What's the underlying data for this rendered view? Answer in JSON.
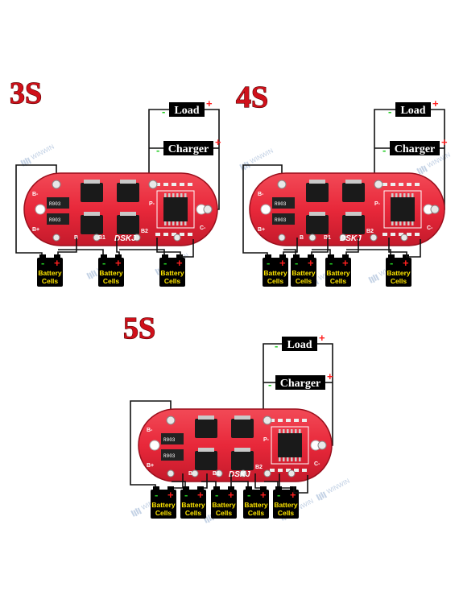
{
  "diagrams": [
    {
      "title": "3S",
      "load_label": "Load",
      "charger_label": "Charger",
      "cells": [
        {
          "label1": "Battery",
          "label2": "Cells"
        },
        {
          "label1": "Battery",
          "label2": "Cells"
        },
        {
          "label1": "Battery",
          "label2": "Cells"
        }
      ]
    },
    {
      "title": "4S",
      "load_label": "Load",
      "charger_label": "Charger",
      "cells": [
        {
          "label1": "Battery",
          "label2": "Cells"
        },
        {
          "label1": "Battery",
          "label2": "Cells"
        },
        {
          "label1": "Battery",
          "label2": "Cells"
        },
        {
          "label1": "Battery",
          "label2": "Cells"
        }
      ]
    },
    {
      "title": "5S",
      "load_label": "Load",
      "charger_label": "Charger",
      "cells": [
        {
          "label1": "Battery",
          "label2": "Cells"
        },
        {
          "label1": "Battery",
          "label2": "Cells"
        },
        {
          "label1": "Battery",
          "label2": "Cells"
        },
        {
          "label1": "Battery",
          "label2": "Cells"
        },
        {
          "label1": "Battery",
          "label2": "Cells"
        }
      ]
    }
  ],
  "signs": {
    "plus": "+",
    "minus": "-"
  },
  "board": {
    "brand": "DSKJ",
    "resistor_code": "R003",
    "pad_b_minus": "B-",
    "pad_b_plus": "B+",
    "pad_p": "P-",
    "pad_b": "B",
    "pad_b1": "B1",
    "pad_b2": "B2",
    "pad_c": "C-"
  },
  "watermark": "WINWIN",
  "colors": {
    "board": "#e8283a",
    "label_box": "#000000",
    "plus": "#ff2020",
    "minus": "#22cc22",
    "cell_text": "#ffe600"
  }
}
